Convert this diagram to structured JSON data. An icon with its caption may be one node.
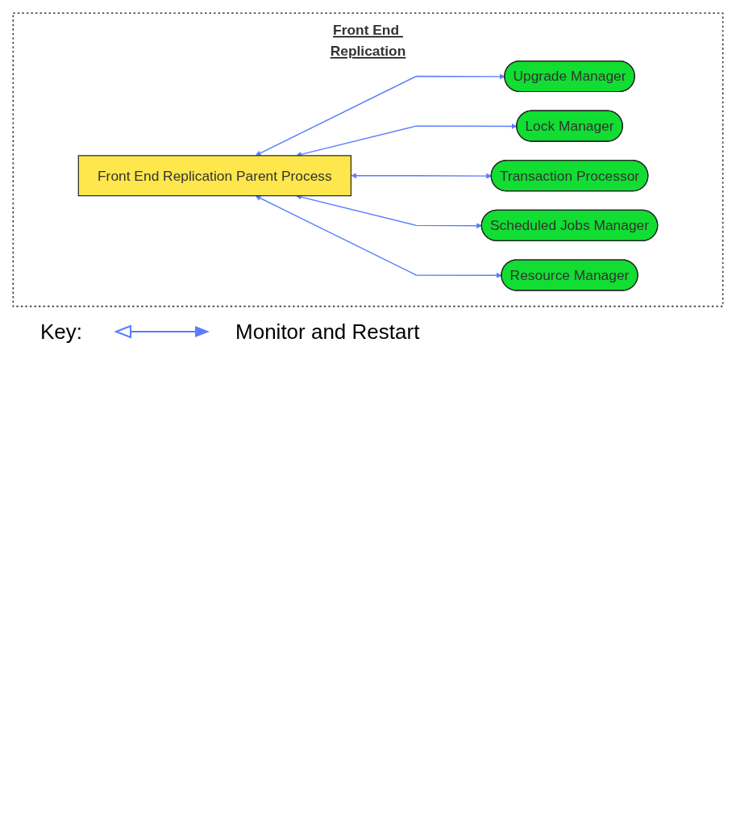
{
  "diagram": {
    "nodes": [
      {
        "text": [
          "Front End Replication"
        ]
      },
      {
        "text": [
          "Front End Replication Parent Process"
        ],
        "in": 0
      },
      {
        "text": [
          "Upgrade Manager"
        ],
        "in": 0
      },
      {
        "text": [
          "Lock Manager"
        ],
        "in": 0
      },
      {
        "text": [
          "Transaction Processor"
        ],
        "in": 0
      },
      {
        "text": [
          "Scheduled Jobs Manager"
        ],
        "in": 0
      },
      {
        "text": [
          "Resource Manager"
        ],
        "in": 0
      }
    ],
    "edges": [
      {
        "from": 1,
        "to": 2,
        "arrow": "both"
      },
      {
        "from": 1,
        "to": 3,
        "arrow": "both"
      },
      {
        "from": 1,
        "to": 4,
        "arrow": "both"
      },
      {
        "from": 1,
        "to": 5,
        "arrow": "both"
      },
      {
        "from": 1,
        "to": 6,
        "arrow": "both"
      }
    ],
    "labels": [
      "Key:"
    ],
    "legend": [
      {
        "text": "Monitor and Restart"
      }
    ]
  }
}
